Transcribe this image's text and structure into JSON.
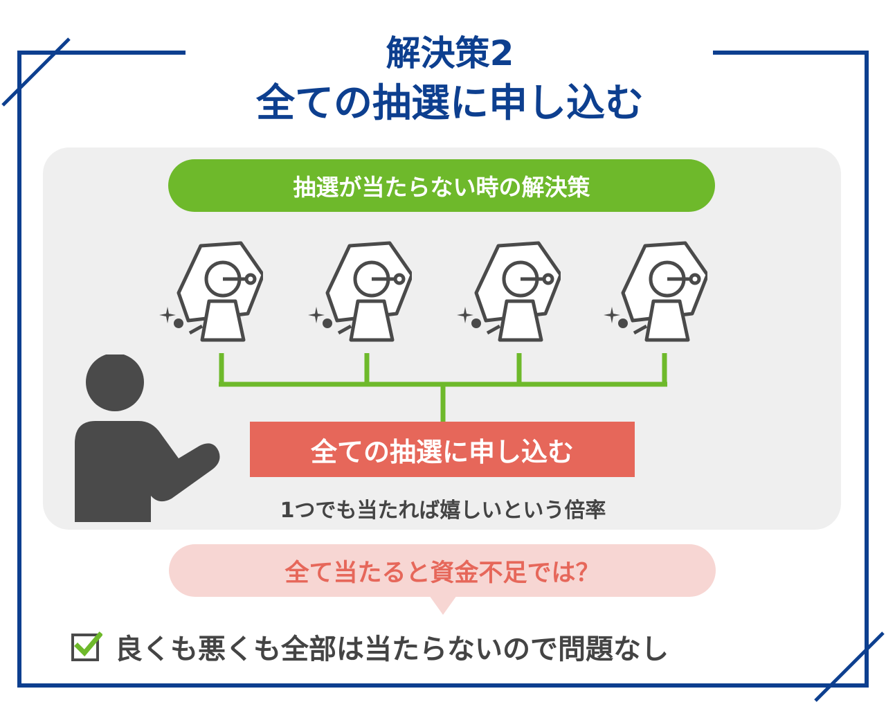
{
  "title": {
    "line1": "解決策2",
    "line2": "全ての抽選に申し込む"
  },
  "green_pill": "抽選が当たらない時の解決策",
  "lottery_icons": [
    "lottery-machine-icon",
    "lottery-machine-icon",
    "lottery-machine-icon",
    "lottery-machine-icon"
  ],
  "red_box": "全ての抽選に申し込む",
  "subcaption": "1つでも当たれば嬉しいという倍率",
  "question_bubble": "全て当たると資金不足では？",
  "conclusion": "良くも悪くも全部は当たらないので問題なし",
  "colors": {
    "navy": "#0d3f8f",
    "green": "#6eb92b",
    "red": "#e6675a",
    "pink": "#f7d6d3",
    "gray_panel": "#efefef",
    "icon_gray": "#4a4a4a"
  }
}
